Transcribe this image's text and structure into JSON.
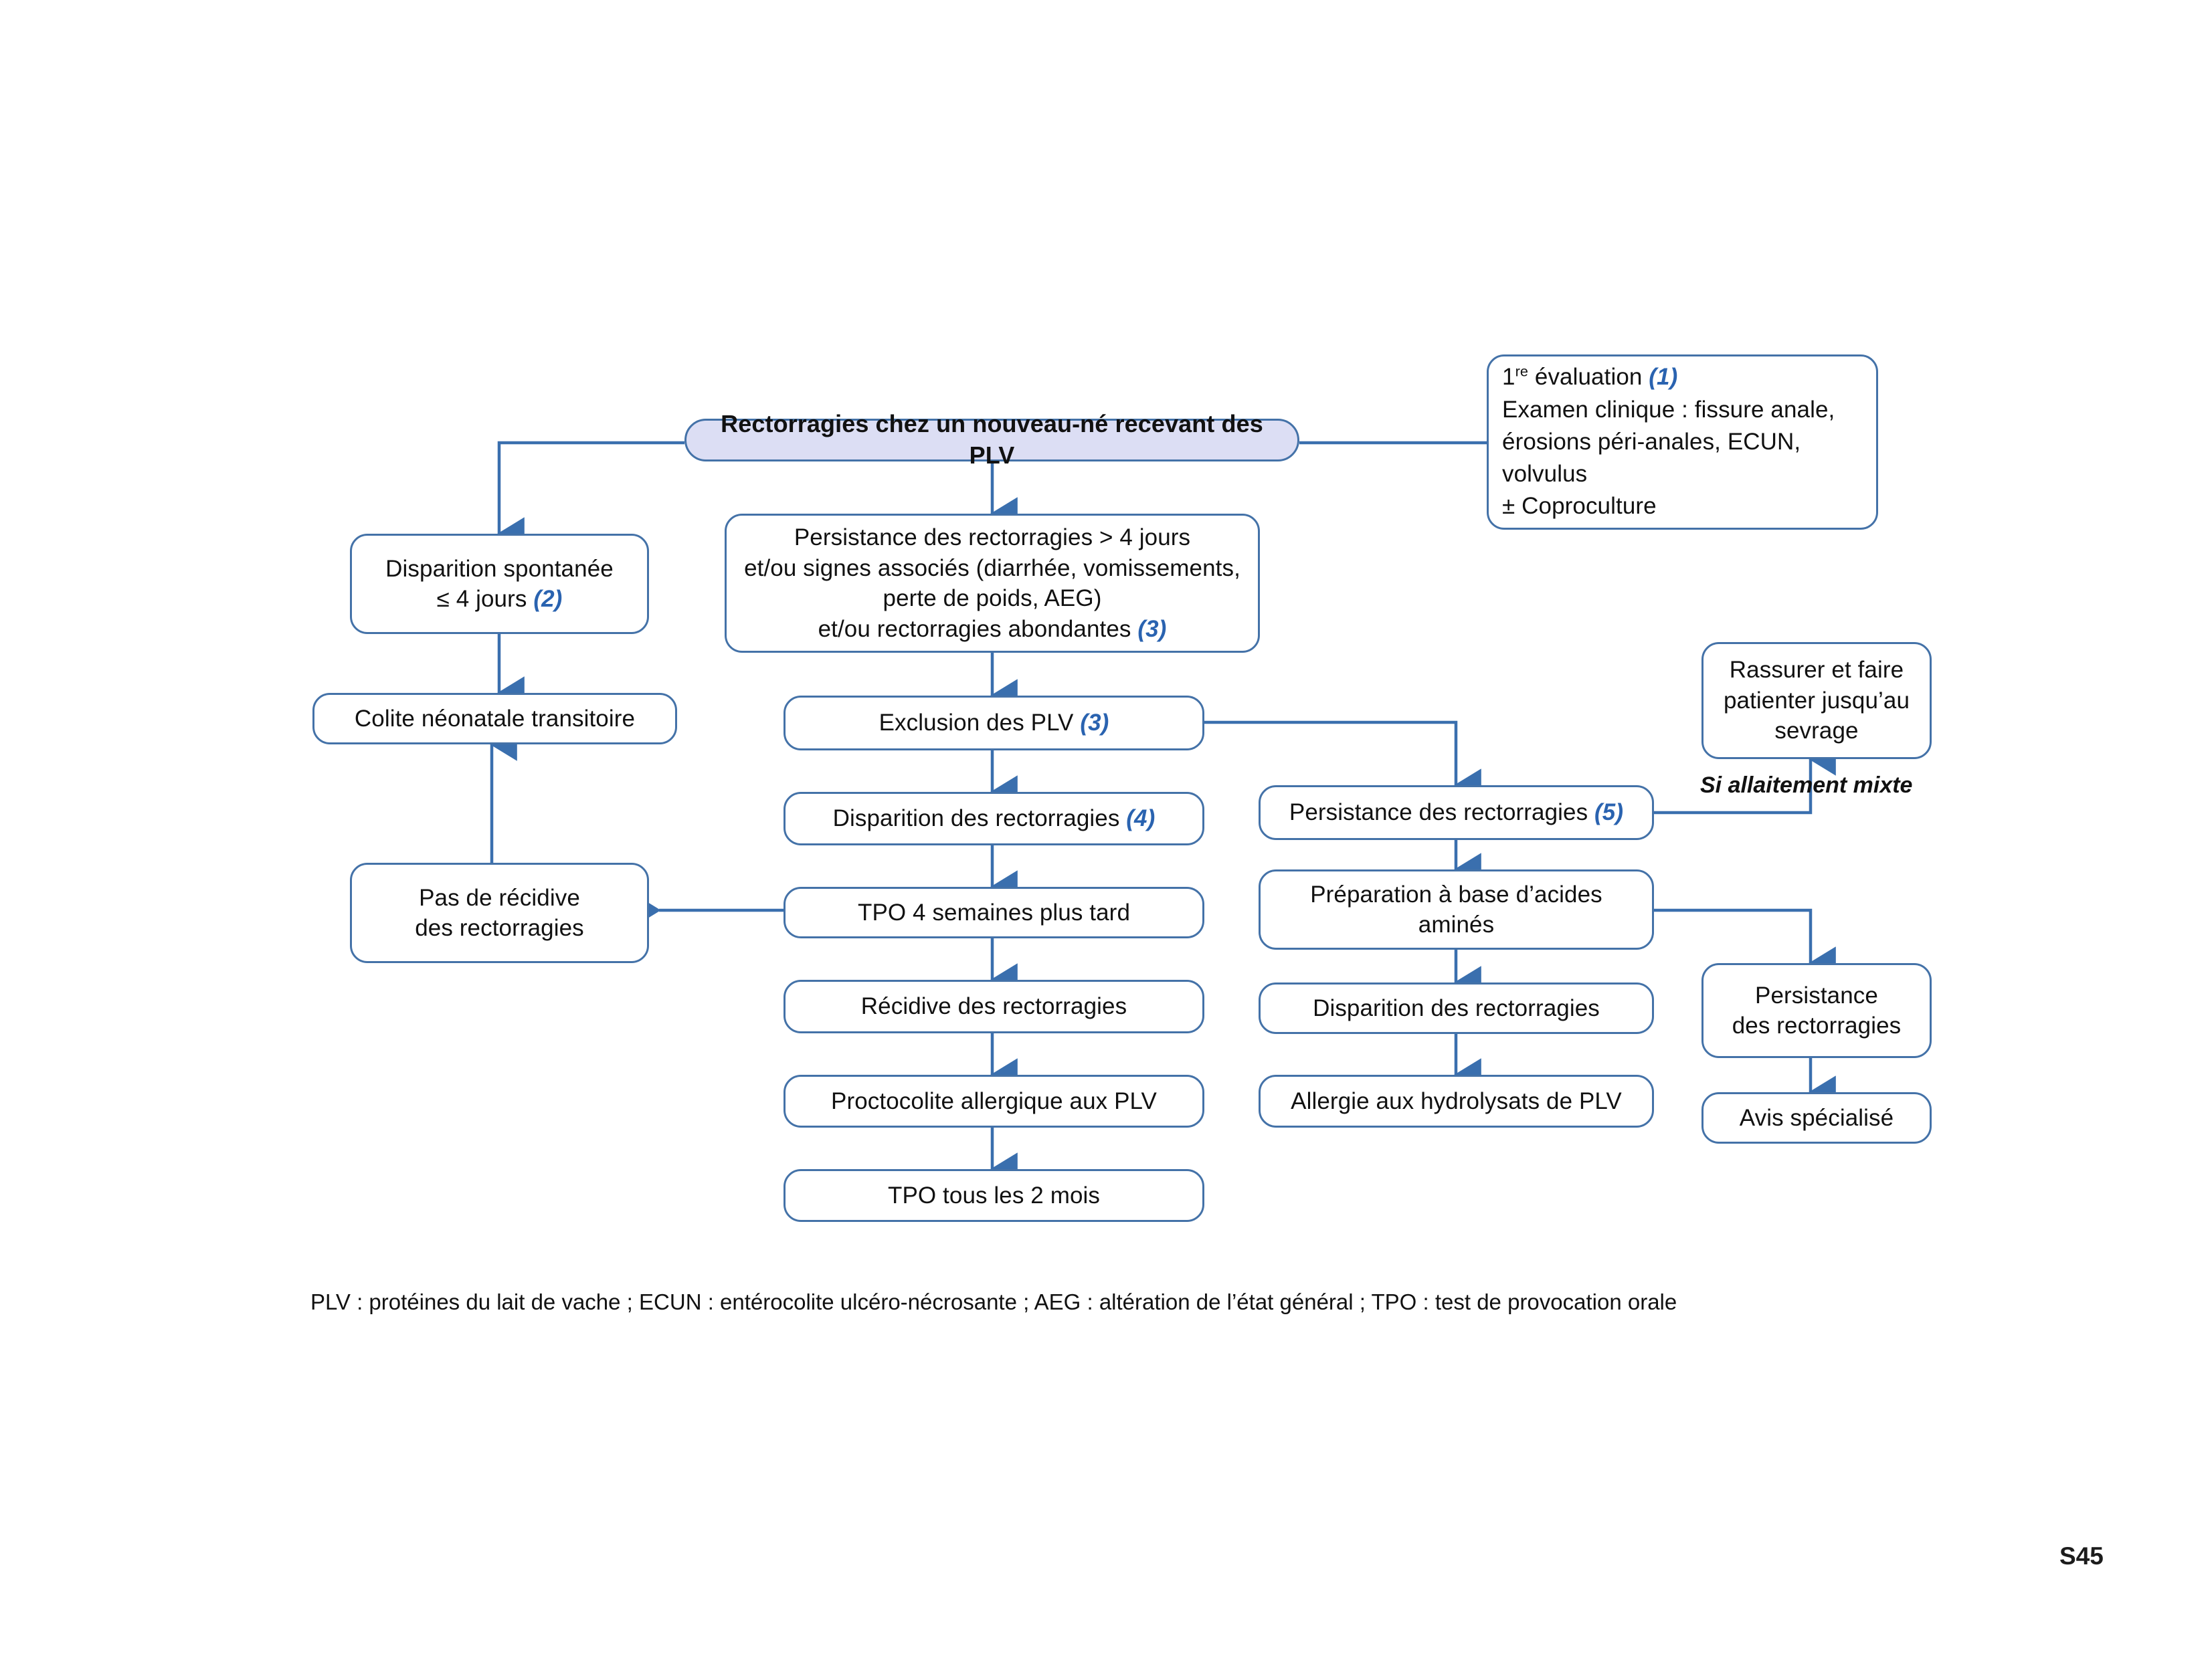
{
  "diagram": {
    "title_node": {
      "label": "Rectorragies chez un nouveau-né recevant des PLV"
    },
    "nodes": {
      "evaluation": {
        "line1_prefix": "1",
        "line1_sup": "re",
        "line1_rest": " évaluation ",
        "line1_ref": "(1)",
        "line2": "Examen clinique : fissure anale,",
        "line3": "érosions péri-anales, ECUN,",
        "line4": "volvulus",
        "line5": "± Coproculture"
      },
      "disparition_spontanee": {
        "line1": "Disparition spontanée",
        "line2": "≤ 4 jours ",
        "ref": "(2)"
      },
      "colite": {
        "label": "Colite néonatale transitoire"
      },
      "persistance_4j": {
        "line1": "Persistance des rectorragies > 4 jours",
        "line2": "et/ou signes associés (diarrhée, vomissements,",
        "line3": "perte de poids, AEG)",
        "line4": "et/ou rectorragies abondantes ",
        "ref": "(3)"
      },
      "exclusion_plv": {
        "label": "Exclusion des PLV ",
        "ref": "(3)"
      },
      "disparition_rect_4": {
        "label": "Disparition des rectorragies ",
        "ref": "(4)"
      },
      "tpo_4_semaines": {
        "label": "TPO 4 semaines plus tard"
      },
      "recidive": {
        "label": "Récidive des rectorragies"
      },
      "proctocolite": {
        "label": "Proctocolite allergique aux PLV"
      },
      "tpo_2_mois": {
        "label": "TPO tous les 2 mois"
      },
      "pas_de_recidive": {
        "line1": "Pas de récidive",
        "line2": "des rectorragies"
      },
      "persistance_rect_5": {
        "label": "Persistance des rectorragies ",
        "ref": "(5)"
      },
      "rassurer": {
        "line1": "Rassurer et faire",
        "line2": "patienter jusqu’au",
        "line3": "sevrage"
      },
      "preparation_aa": {
        "line1": "Préparation à base d’acides",
        "line2": "aminés"
      },
      "disparition_rect_aa": {
        "label": "Disparition des rectorragies"
      },
      "allergie_hydrolysats": {
        "label": "Allergie aux hydrolysats de PLV"
      },
      "persistance_rect_aa": {
        "line1": "Persistance",
        "line2": "des rectorragies"
      },
      "avis_specialise": {
        "label": "Avis spécialisé"
      }
    },
    "edge_labels": {
      "si_allaitement_mixte": "Si allaitement mixte"
    },
    "footnote": "PLV : protéines du lait de vache ; ECUN : entérocolite ulcéro-nécrosante ; AEG : altération de l’état général ; TPO : test de provocation orale",
    "page_number": "S45",
    "colors": {
      "line": "#4472a8",
      "title_fill": "#dcdef4",
      "ref_blue": "#2a63b0",
      "text": "#111111"
    }
  }
}
